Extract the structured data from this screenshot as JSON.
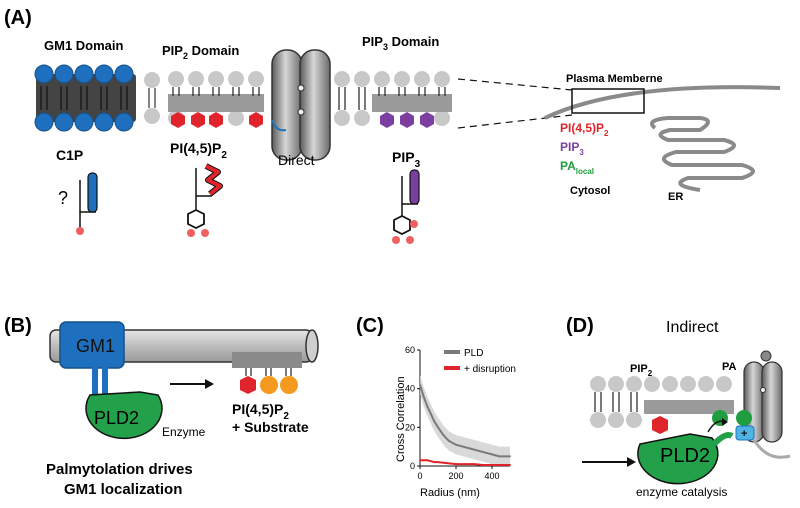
{
  "panelA": {
    "label": "(A)",
    "gm1_domain": "GM1 Domain",
    "pip2_domain_base": "PIP",
    "pip2_domain_sub": "2",
    "pip2_domain_rest": " Domain",
    "pip3_domain_base": "PIP",
    "pip3_domain_sub": "3",
    "pip3_domain_rest": " Domain",
    "c1p": "C1P",
    "question": "?",
    "pip2_lipid": "PI(4,5)P",
    "pip2_lipid_sub": "2",
    "direct": "Direct",
    "pip3_lipid": "PIP",
    "pip3_lipid_sub": "3",
    "plasma_membrane": "Plasma Memberne",
    "legend_pip2": "PI(4,5)P",
    "legend_pip2_sub": "2",
    "legend_pip3": "PIP",
    "legend_pip3_sub": "3",
    "legend_pa": "PA",
    "legend_pa_sub": "local",
    "cytosol": "Cytosol",
    "er": "ER"
  },
  "panelB": {
    "label": "(B)",
    "gm1": "GM1",
    "pld2": "PLD2",
    "enzyme": "Enzyme",
    "substrate_line1": "PI(4,5)P",
    "substrate_line1_sub": "2",
    "substrate_line2": "+ Substrate",
    "caption_line1": "Palmytolation drives",
    "caption_line2": "GM1 localization"
  },
  "panelC": {
    "label": "(C)",
    "legend_pld": "PLD",
    "legend_disruption": "+ disruption",
    "ylabel": "Cross Correlation",
    "xlabel": "Radius (nm)"
  },
  "panelD": {
    "label": "(D)",
    "indirect": "Indirect",
    "pip2": "PIP",
    "pip2_sub": "2",
    "pa": "PA",
    "pld2": "PLD2",
    "caption": "enzyme catalysis"
  },
  "colors": {
    "gm1_blue": "#1f6fbf",
    "pip2_red": "#e0242b",
    "pip3_purple": "#7b3fa0",
    "pa_green": "#1e9e3e",
    "pld2_green": "#23a04a",
    "substrate_orange": "#f39a1f",
    "lipid_gray": "#c8c8c8",
    "channel_gray": "#8a8a8a"
  },
  "chart_data": {
    "type": "line",
    "title": "",
    "xlabel": "Radius (nm)",
    "ylabel": "Cross Correlation",
    "xlim": [
      0,
      500
    ],
    "ylim": [
      0,
      60
    ],
    "xticks": [
      0,
      200,
      400
    ],
    "yticks": [
      0,
      20,
      40,
      60
    ],
    "legend_position": "top-right",
    "series": [
      {
        "name": "PLD",
        "color": "#7a7a7a",
        "x": [
          0,
          20,
          40,
          60,
          80,
          100,
          130,
          160,
          200,
          240,
          280,
          320,
          360,
          400,
          440,
          480,
          500
        ],
        "y": [
          42,
          36,
          31,
          27,
          23,
          20,
          16,
          13,
          11,
          10,
          9,
          8,
          7,
          6,
          5,
          5,
          5
        ]
      },
      {
        "name": "+ disruption",
        "color": "#e0242b",
        "x": [
          0,
          20,
          40,
          60,
          80,
          100,
          150,
          200,
          250,
          300,
          350,
          400,
          450,
          500
        ],
        "y": [
          3,
          3,
          3,
          2.5,
          2,
          2,
          1.5,
          1,
          1,
          1,
          0.5,
          0.5,
          0.5,
          0.5
        ]
      }
    ]
  }
}
